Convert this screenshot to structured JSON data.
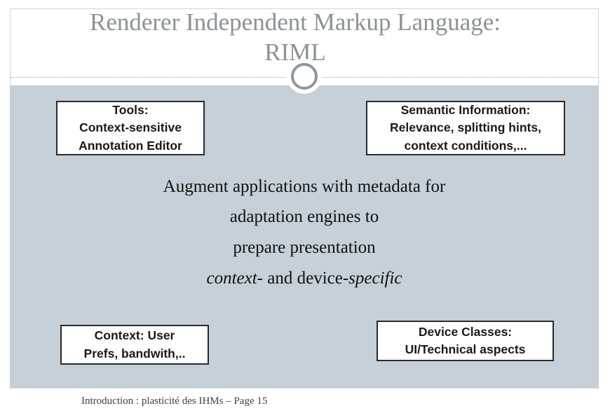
{
  "title": {
    "line1": "Renderer Independent Markup Language:",
    "line2": "RIML"
  },
  "boxes": {
    "top_left": [
      "Tools:",
      "Context-sensitive",
      "Annotation Editor"
    ],
    "top_right": [
      "Semantic Information:",
      "Relevance, splitting hints,",
      "context conditions,..."
    ],
    "bottom_left": [
      "Context: User",
      "Prefs, bandwith,.."
    ],
    "bottom_right": [
      "Device Classes:",
      "UI/Technical aspects"
    ]
  },
  "main_text": {
    "line1": "Augment applications with metadata for",
    "line2": "adaptation engines to",
    "line3": "prepare presentation",
    "line4_part1": "context",
    "line4_part2": "- and device-",
    "line4_part3": "specific"
  },
  "footer": "Introduction : plasticité des IHMs – Page 15",
  "colors": {
    "title": "#8c9296",
    "content_background": "#c5d0d8",
    "ring": "#8f989e",
    "box_border": "#2a2a2a"
  }
}
